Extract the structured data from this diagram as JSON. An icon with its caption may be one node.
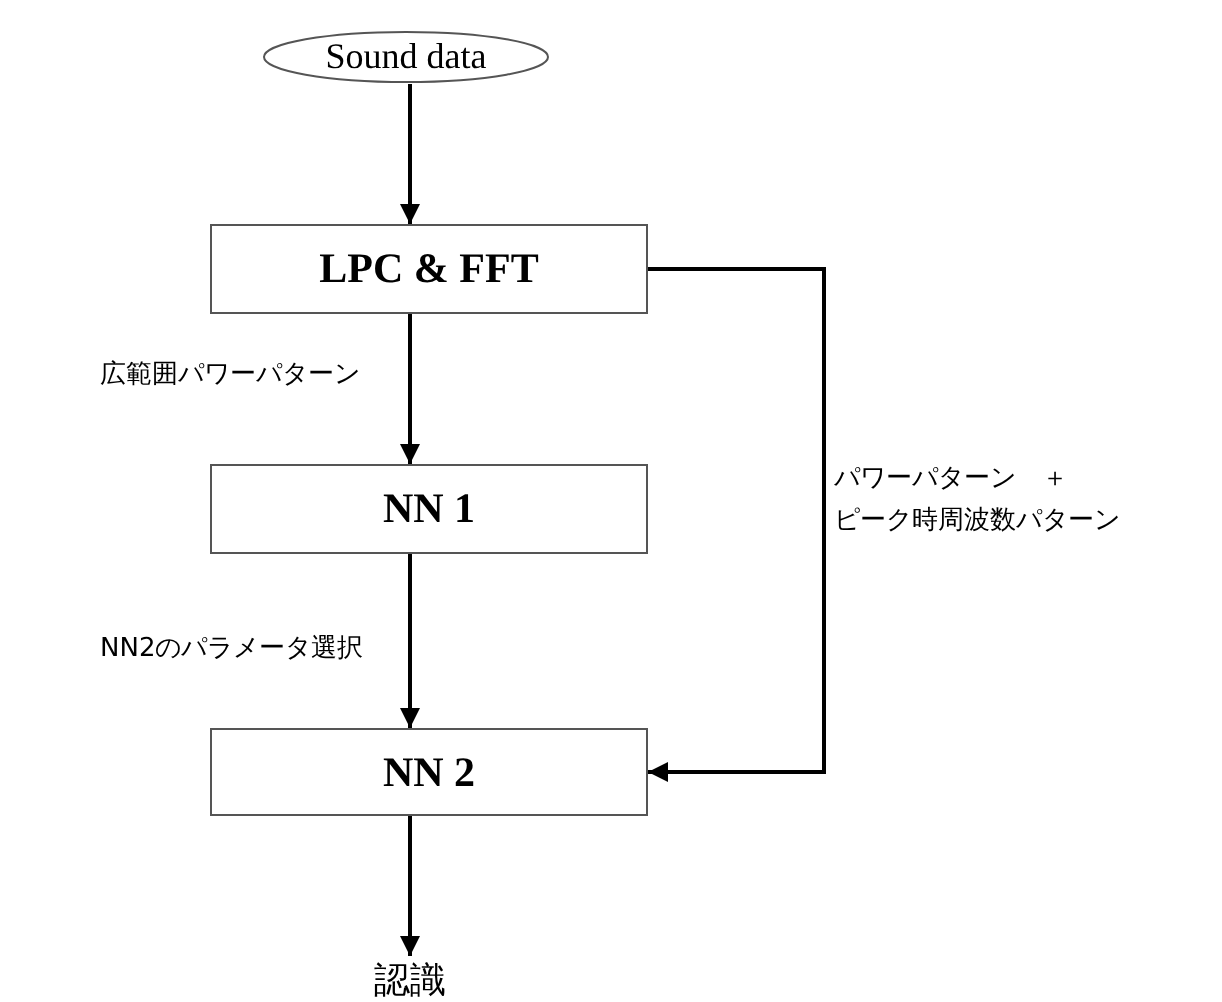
{
  "diagram": {
    "nodes": [
      {
        "text": [
          "Sound data"
        ]
      },
      {
        "text": [
          "LPC & FFT"
        ]
      },
      {
        "text": [
          "NN 1"
        ]
      },
      {
        "text": [
          "NN 2"
        ]
      },
      {
        "text": [
          "認識"
        ]
      }
    ],
    "edges": [
      {
        "from": 0,
        "to": 1,
        "arrow": "to"
      },
      {
        "from": 1,
        "to": 2,
        "arrow": "to",
        "label": "広範囲パワーパターン"
      },
      {
        "from": 2,
        "to": 3,
        "arrow": "to",
        "label": "NN2のパラメータ選択"
      },
      {
        "from": 1,
        "to": 3,
        "arrow": "to",
        "label": "パワーパターン　＋ピーク時周波数パターン"
      },
      {
        "from": 3,
        "to": 4,
        "arrow": "to"
      }
    ]
  }
}
